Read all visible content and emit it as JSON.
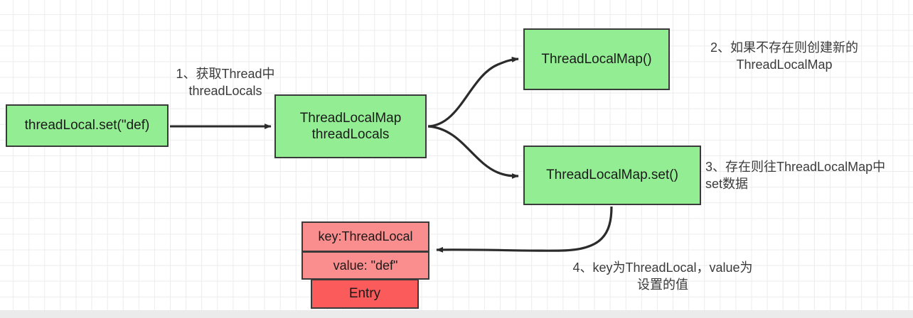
{
  "diagram": {
    "title": "ThreadLocal set flow",
    "colors": {
      "node_fill_green": "#93ee93",
      "entry_fill_salmon": "#fa8e8e",
      "entry_fill_red": "#fb5b5b",
      "stroke": "#3a3a3a",
      "grid_line": "#ececec",
      "background": "#ffffff",
      "text": "#1a1a1a"
    },
    "nodes": [
      {
        "id": "threadlocal-set",
        "label": "threadLocal.set(\"def)"
      },
      {
        "id": "threadlocalmap-threadlocals",
        "label": "ThreadLocalMap\nthreadLocals"
      },
      {
        "id": "threadlocalmap-ctor",
        "label": "ThreadLocalMap()"
      },
      {
        "id": "threadlocalmap-set",
        "label": "ThreadLocalMap.set()"
      }
    ],
    "entry_table": {
      "key_row": "key:ThreadLocal",
      "value_row": "value: \"def\"",
      "footer": "Entry"
    },
    "annotations": [
      {
        "id": "annotation-1",
        "text": "1、获取Thread中\nthreadLocals"
      },
      {
        "id": "annotation-2",
        "text": "2、如果不存在则创建新的\nThreadLocalMap"
      },
      {
        "id": "annotation-3",
        "text": "3、存在则往ThreadLocalMap中\nset数据"
      },
      {
        "id": "annotation-4",
        "text": "4、key为ThreadLocal，value为\n设置的值"
      }
    ],
    "edges": [
      {
        "id": "edge-set-to-threadlocals",
        "from": "threadlocal-set",
        "to": "threadlocalmap-threadlocals"
      },
      {
        "id": "edge-threadlocals-to-ctor",
        "from": "threadlocalmap-threadlocals",
        "to": "threadlocalmap-ctor"
      },
      {
        "id": "edge-threadlocals-to-mapset",
        "from": "threadlocalmap-threadlocals",
        "to": "threadlocalmap-set"
      },
      {
        "id": "edge-mapset-to-entry",
        "from": "threadlocalmap-set",
        "to": "entry-table"
      }
    ]
  }
}
